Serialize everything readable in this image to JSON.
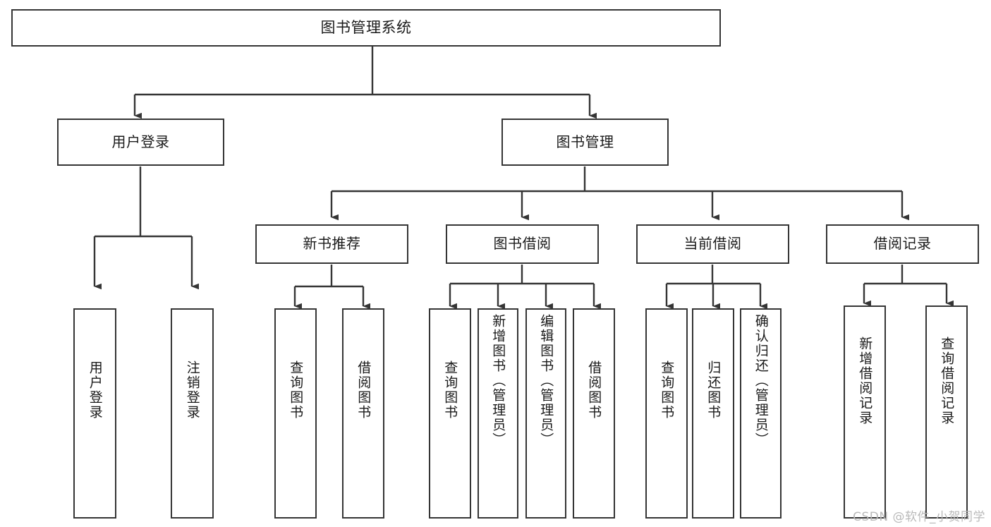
{
  "diagram": {
    "title": "图书管理系统",
    "type": "tree-hierarchy-chart",
    "orientation": "top-down",
    "colors": {
      "stroke": "#353535",
      "fill": "#ffffff",
      "text": "#1a1a1a",
      "watermark": "#b9b9b9"
    },
    "nodes": {
      "root": {
        "label": "图书管理系统",
        "level": 1
      },
      "level2": [
        {
          "id": "user-login",
          "label": "用户登录"
        },
        {
          "id": "book-manage",
          "label": "图书管理"
        }
      ],
      "level3": [
        {
          "id": "new-book-recommend",
          "label": "新书推荐"
        },
        {
          "id": "book-borrow",
          "label": "图书借阅"
        },
        {
          "id": "current-borrow",
          "label": "当前借阅"
        },
        {
          "id": "borrow-record",
          "label": "借阅记录"
        }
      ],
      "leaves": {
        "user-login": [
          {
            "id": "leaf-user-login",
            "label": "用户登录"
          },
          {
            "id": "leaf-logout-login",
            "label": "注销登录"
          }
        ],
        "new-book-recommend": [
          {
            "id": "leaf-query-book-1",
            "label": "查询图书"
          },
          {
            "id": "leaf-borrow-book-1",
            "label": "借阅图书"
          }
        ],
        "book-borrow": [
          {
            "id": "leaf-query-book-2",
            "label": "查询图书"
          },
          {
            "id": "leaf-add-book",
            "label": "新增图书（管理员）"
          },
          {
            "id": "leaf-edit-book",
            "label": "编辑图书（管理员）"
          },
          {
            "id": "leaf-borrow-book-2",
            "label": "借阅图书"
          }
        ],
        "current-borrow": [
          {
            "id": "leaf-query-book-3",
            "label": "查询图书"
          },
          {
            "id": "leaf-return-book",
            "label": "归还图书"
          },
          {
            "id": "leaf-confirm-return",
            "label": "确认归还（管理员）"
          }
        ],
        "borrow-record": [
          {
            "id": "leaf-add-record",
            "label": "新增借阅记录"
          },
          {
            "id": "leaf-query-record",
            "label": "查询借阅记录"
          }
        ]
      }
    }
  },
  "watermark": {
    "text": "CSDN @软件_小贺同学"
  }
}
